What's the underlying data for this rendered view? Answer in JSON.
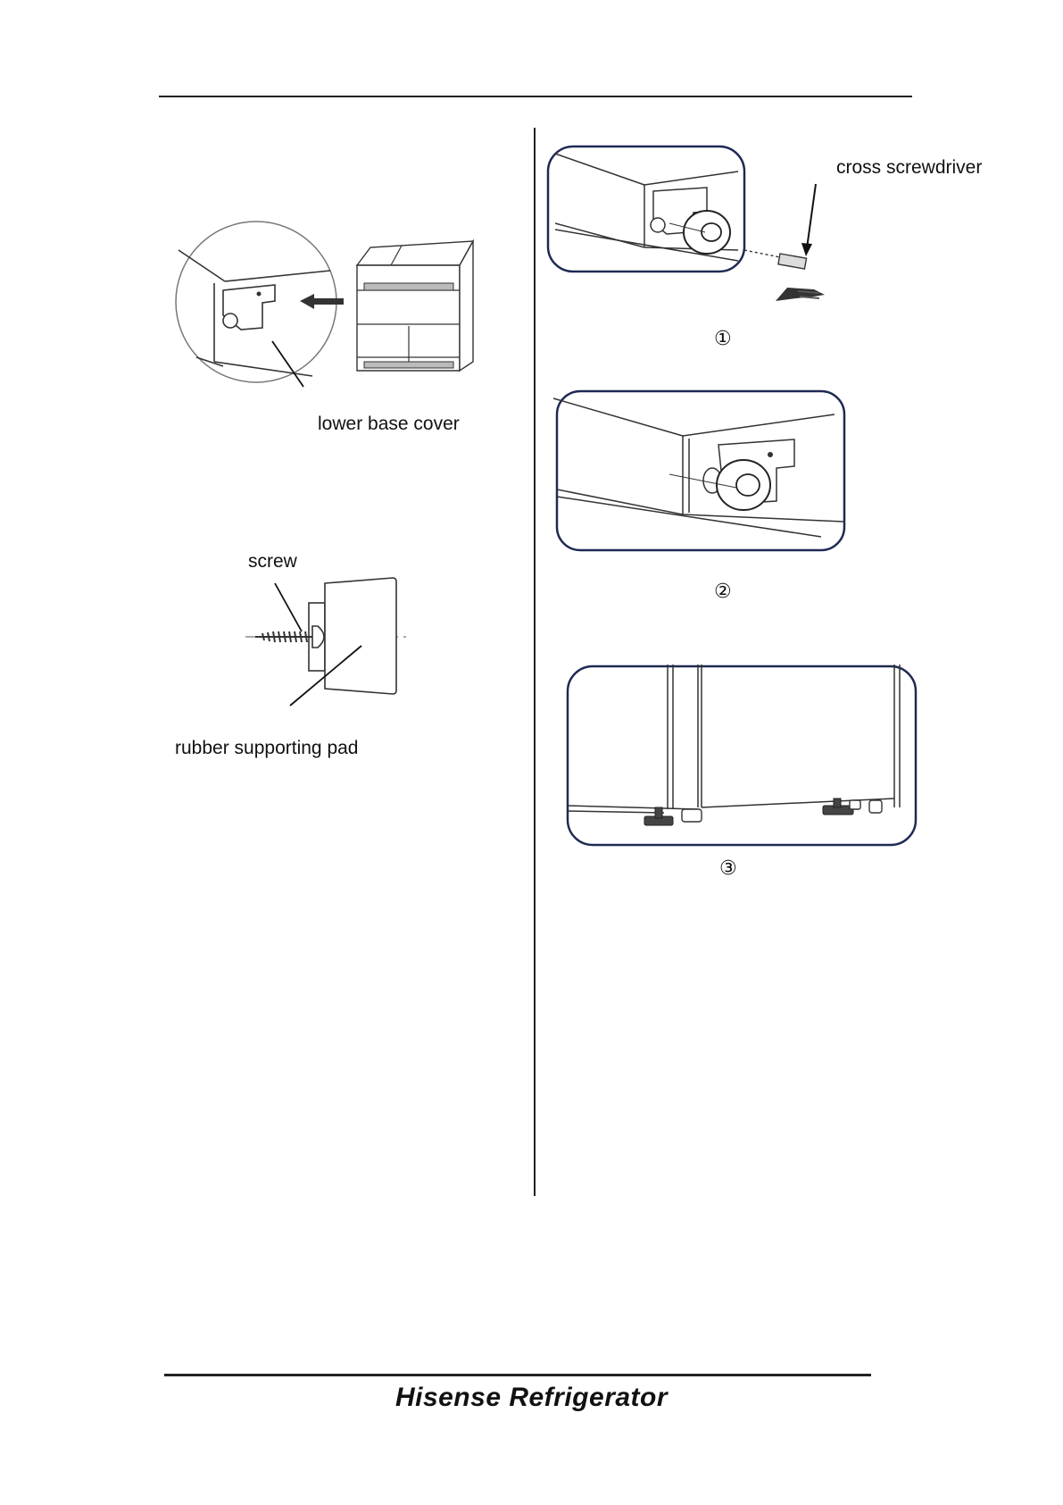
{
  "labels": {
    "lower_base_cover": "lower base cover",
    "screw": "screw",
    "rubber_supporting_pad": "rubber supporting pad",
    "cross_screwdriver": "cross screwdriver"
  },
  "steps": [
    "①",
    "②",
    "③"
  ],
  "footer": {
    "brand": "Hisense Refrigerator"
  }
}
